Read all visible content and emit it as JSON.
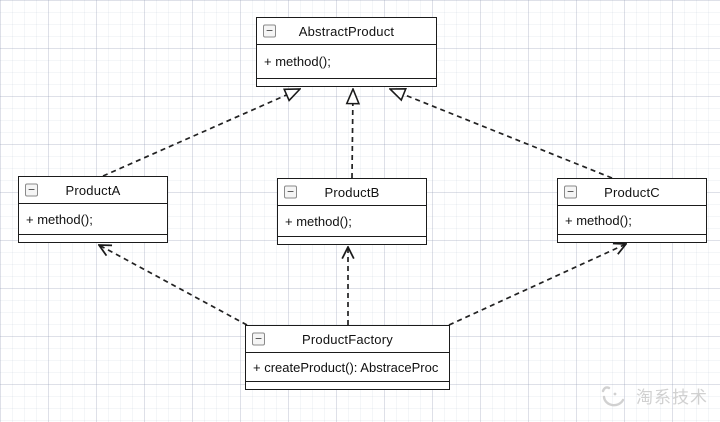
{
  "diagram": {
    "type": "uml-class-diagram",
    "classes": [
      {
        "name": "AbstractProduct",
        "members": [
          "+ method();"
        ]
      },
      {
        "name": "ProductA",
        "members": [
          "+ method();"
        ]
      },
      {
        "name": "ProductB",
        "members": [
          "+ method();"
        ]
      },
      {
        "name": "ProductC",
        "members": [
          "+ method();"
        ]
      },
      {
        "name": "ProductFactory",
        "members": [
          "+ createProduct(): AbstraceProc"
        ]
      }
    ],
    "relations": [
      {
        "from": "ProductA",
        "to": "AbstractProduct",
        "type": "realization",
        "line": "dashed",
        "arrowhead": "hollow-triangle"
      },
      {
        "from": "ProductB",
        "to": "AbstractProduct",
        "type": "realization",
        "line": "dashed",
        "arrowhead": "hollow-triangle"
      },
      {
        "from": "ProductC",
        "to": "AbstractProduct",
        "type": "realization",
        "line": "dashed",
        "arrowhead": "hollow-triangle"
      },
      {
        "from": "ProductFactory",
        "to": "ProductA",
        "type": "dependency",
        "line": "dashed",
        "arrowhead": "open-v"
      },
      {
        "from": "ProductFactory",
        "to": "ProductB",
        "type": "dependency",
        "line": "dashed",
        "arrowhead": "open-v"
      },
      {
        "from": "ProductFactory",
        "to": "ProductC",
        "type": "dependency",
        "line": "dashed",
        "arrowhead": "open-v"
      }
    ]
  },
  "icons": {
    "collapse_glyph": "−"
  },
  "watermark": {
    "text": "淘系技术",
    "color": "#c9c9c9"
  },
  "colors": {
    "background": "#ffffff",
    "grid_minor": "#eef0f4",
    "grid_major": "#dfe2e8",
    "box_border": "#1b1b1b",
    "text": "#111111",
    "connector": "#222222"
  }
}
